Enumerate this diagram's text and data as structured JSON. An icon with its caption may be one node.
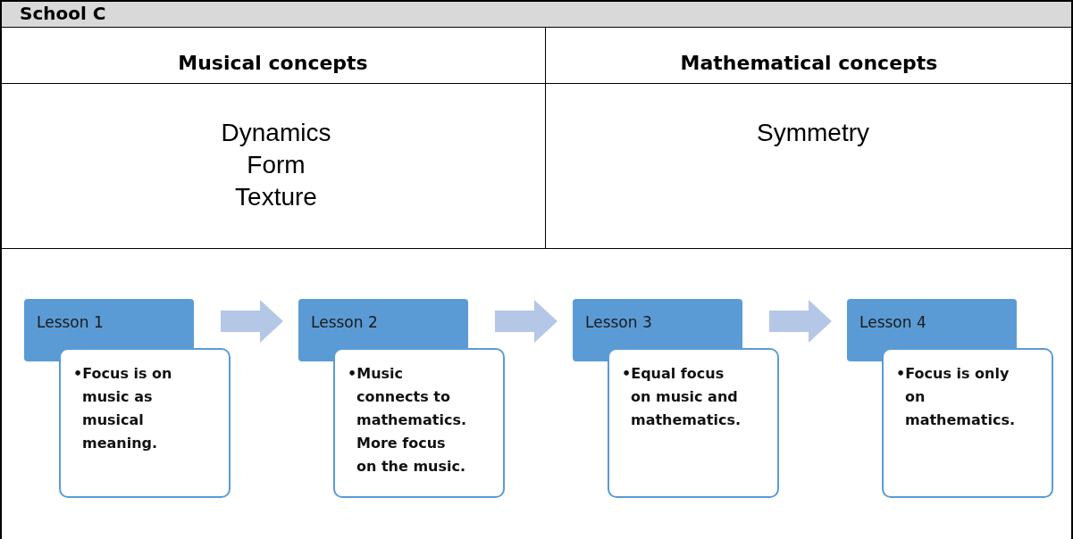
{
  "diagram": {
    "title": "School C",
    "nodes": [
      {
        "text": [
          "Lesson 1",
          "•Focus is on music as musical meaning."
        ]
      },
      {
        "text": [
          "Lesson 2",
          "•Music connects to mathematics. More focus on the music."
        ]
      },
      {
        "text": [
          "Lesson 3",
          "•Equal focus on music and mathematics."
        ]
      },
      {
        "text": [
          "Lesson 4",
          "•**Focus is only on mathematics**."
        ]
      }
    ],
    "edges": [
      {
        "from": 0,
        "to": 1,
        "arrow": "to"
      },
      {
        "from": 1,
        "to": 2,
        "arrow": "to"
      },
      {
        "from": 2,
        "to": 3,
        "arrow": "to"
      }
    ],
    "labels": [
      "Musical concepts",
      "Mathematical concepts",
      "Dynamics",
      "Form",
      "Texture",
      "Symmetry"
    ]
  }
}
